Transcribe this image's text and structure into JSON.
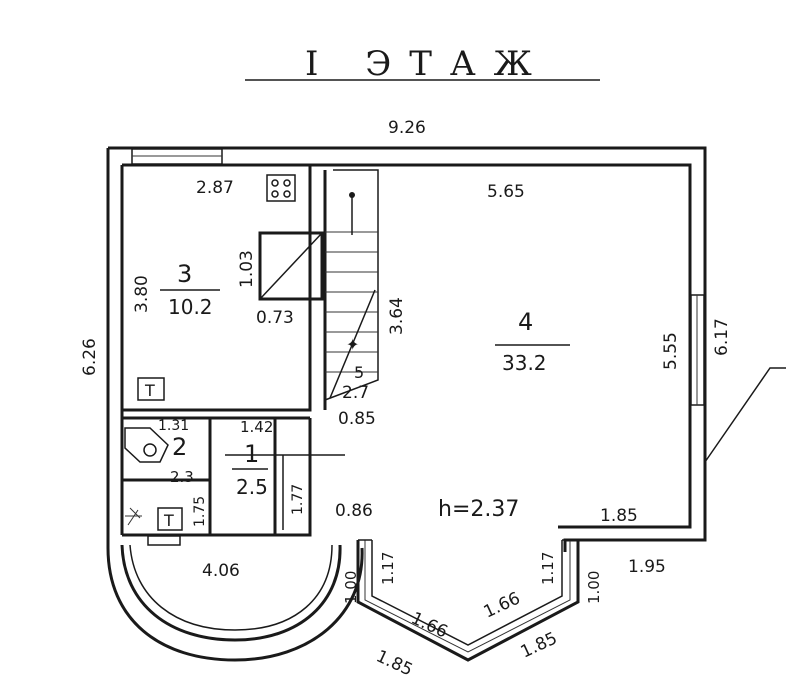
{
  "title": "I ЭТАЖ",
  "dimensions": {
    "top_width": "9.26",
    "left_height": "6.26",
    "room3_width": "2.87",
    "room3_height": "3.80",
    "closet_height": "1.03",
    "closet_width": "0.73",
    "stair_height": "3.64",
    "stair_width": "2.7",
    "stair_gap": "0.85",
    "room4_width": "5.65",
    "room4_height": "5.55",
    "right_height": "6.17",
    "wc_width": "1.31",
    "hall_width": "1.42",
    "wc_sub": "2.3",
    "wc_height": "1.75",
    "hall_height": "1.77",
    "bay_left": "0.86",
    "bay_right": "1.85",
    "porch_width": "4.06",
    "bay_side_l": "1.17",
    "bay_side_r": "1.17",
    "bay_one_l": "1.00",
    "bay_one_r": "1.00",
    "bay_seg_l": "1.66",
    "bay_seg_r": "1.66",
    "bay_out_l": "1.85",
    "bay_out_r": "1.85",
    "bay_side_extra": "1.95"
  },
  "rooms": [
    {
      "number": "3",
      "area": "10.2"
    },
    {
      "number": "4",
      "area": "33.2"
    },
    {
      "number": "2",
      "area": ""
    },
    {
      "number": "1",
      "area": "2.5"
    },
    {
      "number": "5",
      "area": ""
    }
  ],
  "ceiling_height": "h=2.37",
  "fixture_t": "T"
}
